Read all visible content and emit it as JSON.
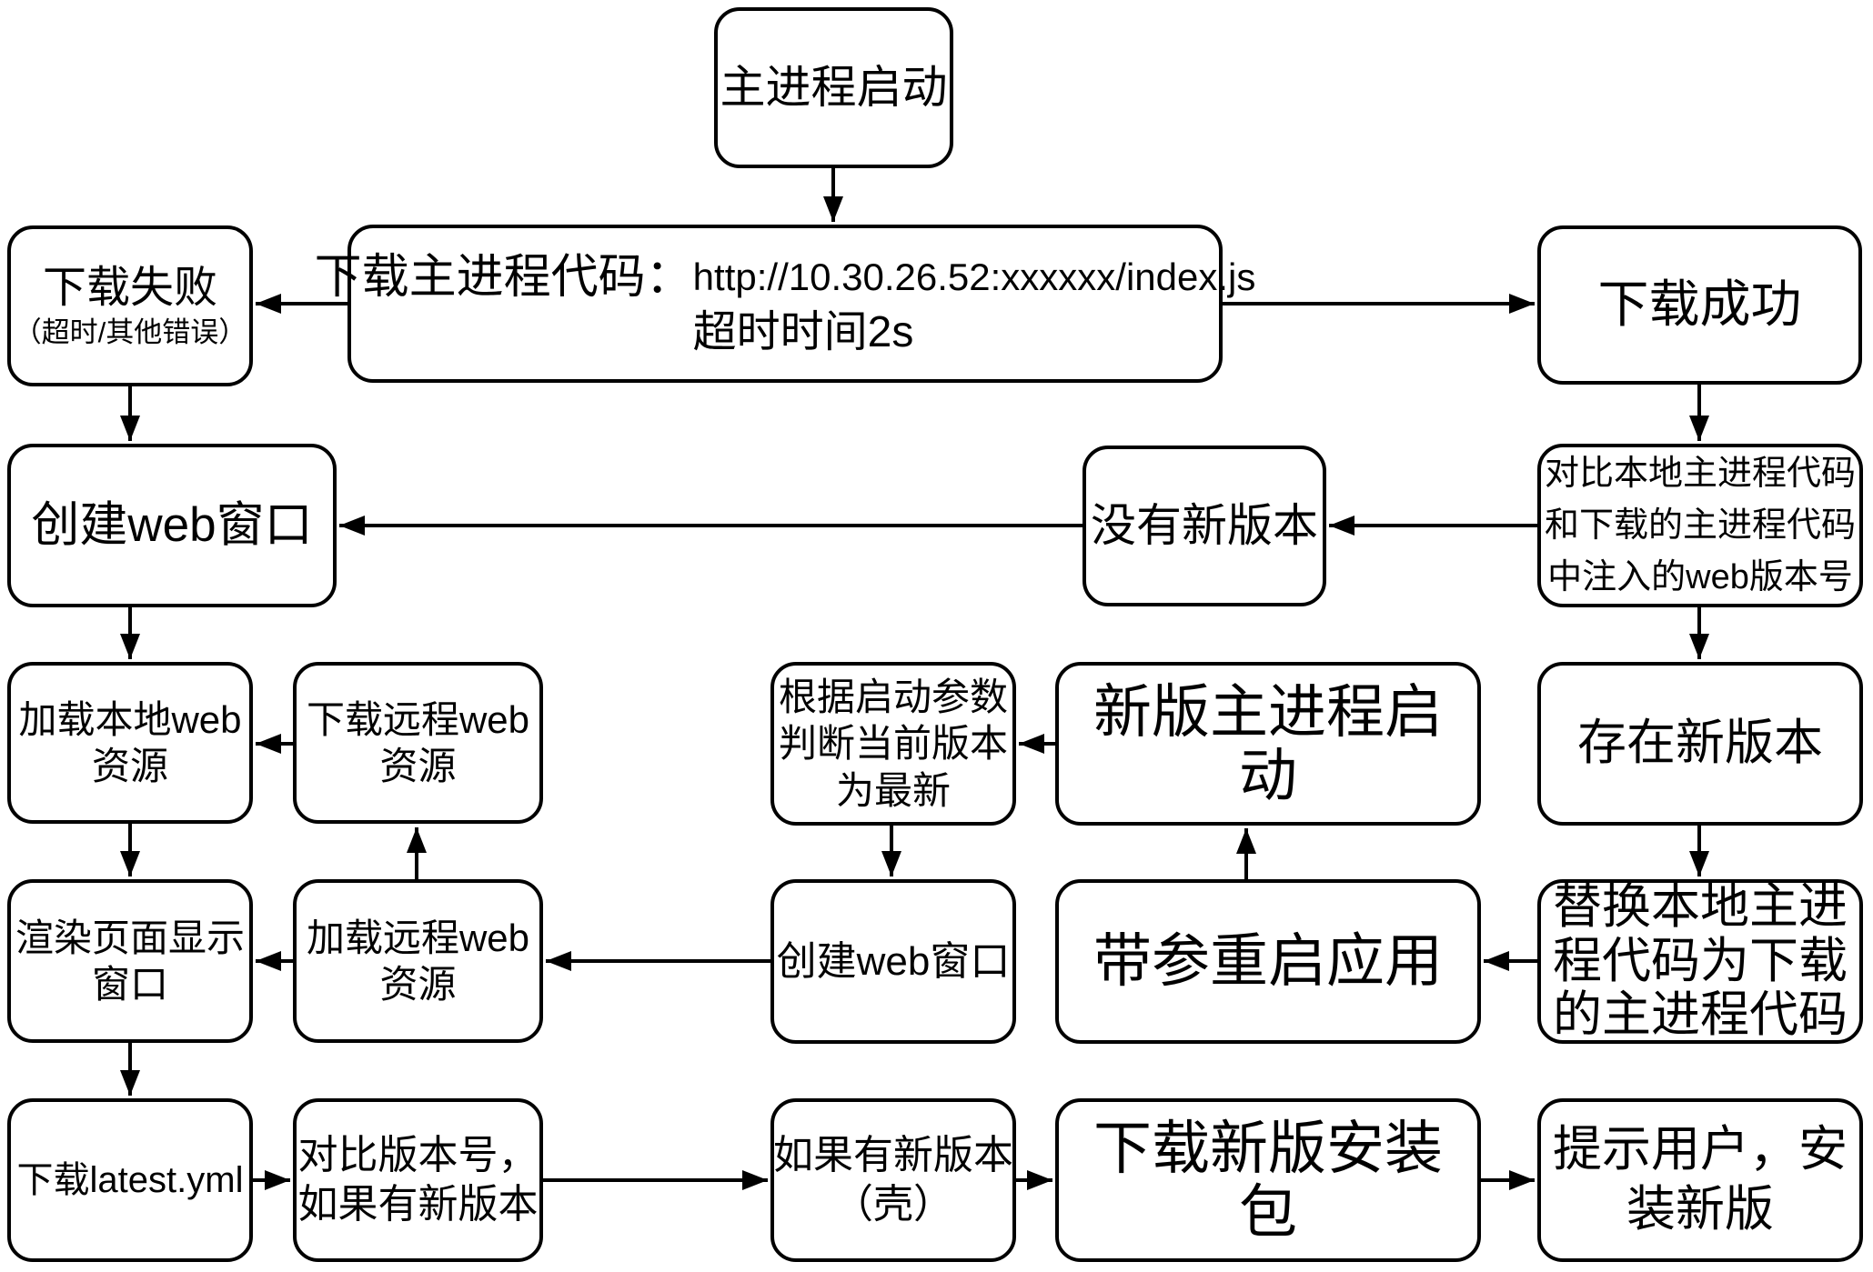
{
  "colors": {
    "line": "#000000",
    "box_border": "#000000",
    "box_fill": "#ffffff",
    "text": "#000000"
  },
  "nodes": {
    "start": {
      "lines": [
        "主进程启动"
      ]
    },
    "fail": {
      "lines": [
        "下载失败",
        "（超时/其他错误）"
      ]
    },
    "download_main": {
      "label": "下载主进程代码：",
      "url": "http://10.30.26.52:xxxxxx/index.js",
      "timeout": "超时时间2s"
    },
    "success": {
      "lines": [
        "下载成功"
      ]
    },
    "create_web_1": {
      "lines": [
        "创建web窗口"
      ]
    },
    "no_new_version": {
      "lines": [
        "没有新版本"
      ]
    },
    "compare_code": {
      "lines": [
        "对比本地主进程代码",
        "和下载的主进程代码",
        "中注入的web版本号"
      ]
    },
    "load_local_web": {
      "lines": [
        "加载本地web",
        "资源"
      ]
    },
    "download_remote_web": {
      "lines": [
        "下载远程web",
        "资源"
      ]
    },
    "judge_latest": {
      "lines": [
        "根据启动参数",
        "判断当前版本",
        "为最新"
      ]
    },
    "new_main_start": {
      "lines": [
        "新版主进程启",
        "动"
      ]
    },
    "exist_new_version": {
      "lines": [
        "存在新版本"
      ]
    },
    "render_page": {
      "lines": [
        "渲染页面显示",
        "窗口"
      ]
    },
    "load_remote_web": {
      "lines": [
        "加载远程web",
        "资源"
      ]
    },
    "create_web_2": {
      "lines": [
        "创建web窗口"
      ]
    },
    "restart_params": {
      "lines": [
        "带参重启应用"
      ]
    },
    "replace_code": {
      "lines": [
        "替换本地主进",
        "程代码为下载",
        "的主进程代码"
      ]
    },
    "download_yml": {
      "lines": [
        "下载latest.yml"
      ]
    },
    "compare_version": {
      "lines": [
        "对比版本号，",
        "如果有新版本"
      ]
    },
    "if_new_shell": {
      "lines": [
        "如果有新版本",
        "（壳）"
      ]
    },
    "download_installer": {
      "lines": [
        "下载新版安装",
        "包"
      ]
    },
    "prompt_install": {
      "lines": [
        "提示用户，安",
        "装新版"
      ]
    }
  },
  "edges": [
    {
      "from": "start",
      "to": "download_main"
    },
    {
      "from": "download_main",
      "to": "fail"
    },
    {
      "from": "download_main",
      "to": "success"
    },
    {
      "from": "fail",
      "to": "create_web_1"
    },
    {
      "from": "success",
      "to": "compare_code"
    },
    {
      "from": "compare_code",
      "to": "no_new_version"
    },
    {
      "from": "no_new_version",
      "to": "create_web_1"
    },
    {
      "from": "compare_code",
      "to": "exist_new_version"
    },
    {
      "from": "create_web_1",
      "to": "load_local_web"
    },
    {
      "from": "download_remote_web",
      "to": "load_local_web"
    },
    {
      "from": "new_main_start",
      "to": "judge_latest"
    },
    {
      "from": "judge_latest",
      "to": "create_web_2"
    },
    {
      "from": "create_web_2",
      "to": "load_remote_web"
    },
    {
      "from": "load_remote_web",
      "to": "download_remote_web"
    },
    {
      "from": "load_remote_web",
      "to": "render_page"
    },
    {
      "from": "load_local_web",
      "to": "render_page"
    },
    {
      "from": "exist_new_version",
      "to": "replace_code"
    },
    {
      "from": "replace_code",
      "to": "restart_params"
    },
    {
      "from": "restart_params",
      "to": "new_main_start"
    },
    {
      "from": "render_page",
      "to": "download_yml"
    },
    {
      "from": "download_yml",
      "to": "compare_version"
    },
    {
      "from": "compare_version",
      "to": "if_new_shell"
    },
    {
      "from": "if_new_shell",
      "to": "download_installer"
    },
    {
      "from": "download_installer",
      "to": "prompt_install"
    }
  ]
}
